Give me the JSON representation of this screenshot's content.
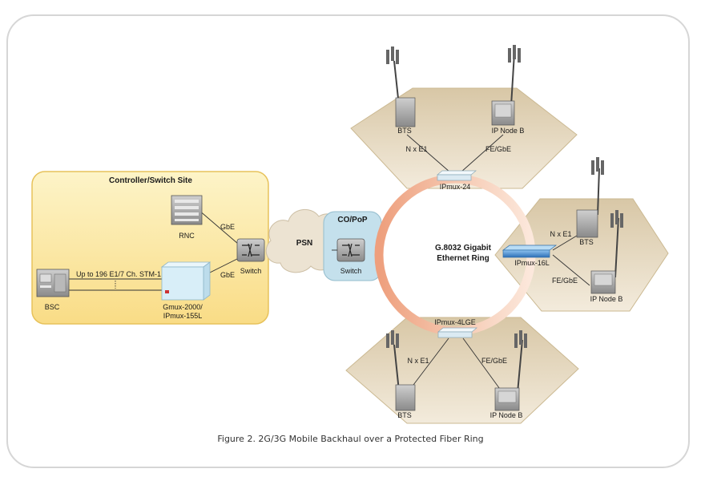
{
  "caption": "Figure 2.   2G/3G Mobile Backhaul over a Protected Fiber Ring",
  "site": {
    "title": "Controller/Switch Site",
    "rnc": "RNC",
    "bsc": "BSC",
    "gmux_line1": "Gmux-2000/",
    "gmux_line2": "IPmux-155L",
    "link_bsc": "Up to 196 E1/7 Ch. STM-1",
    "gbe_rnc": "GbE",
    "gbe_gmux": "GbE",
    "switch": "Switch"
  },
  "psn": "PSN",
  "copop": {
    "title": "CO/PoP",
    "switch": "Switch"
  },
  "ring": {
    "line1": "G.8032 Gigabit",
    "line2": "Ethernet Ring"
  },
  "top_cell": {
    "bts": "BTS",
    "ipnode": "IP Node B",
    "ne1": "N x E1",
    "fegbe": "FE/GbE",
    "device": "IPmux-24"
  },
  "right_cell": {
    "bts": "BTS",
    "ipnode": "IP Node B",
    "ne1": "N x E1",
    "fegbe": "FE/GbE",
    "device": "IPmux-16L"
  },
  "bottom_cell": {
    "bts": "BTS",
    "ipnode": "IP Node B",
    "ne1": "N x E1",
    "fegbe": "FE/GbE",
    "device": "IPmux-4LGE"
  }
}
